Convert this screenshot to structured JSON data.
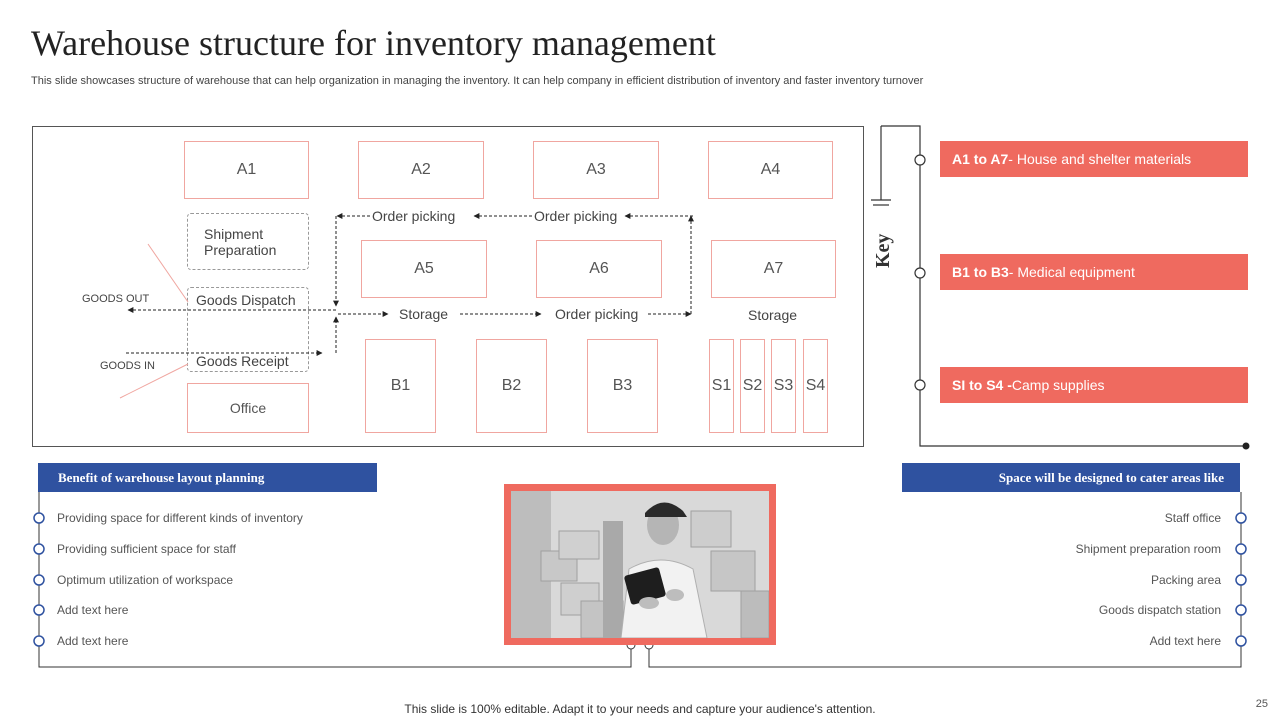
{
  "header": {
    "title": "Warehouse structure for inventory management",
    "subtitle": "This slide showcases structure of warehouse that can help organization in managing the inventory. It can help company in efficient distribution of inventory and faster inventory turnover"
  },
  "layout": {
    "zones_a": [
      "A1",
      "A2",
      "A3",
      "A4",
      "A5",
      "A6",
      "A7"
    ],
    "zones_b": [
      "B1",
      "B2",
      "B3"
    ],
    "zones_s": [
      "S1",
      "S2",
      "S3",
      "S4"
    ],
    "shipment_preparation": "Shipment Preparation",
    "goods_dispatch": "Goods Dispatch",
    "goods_receipt": "Goods Receipt",
    "office": "Office",
    "goods_out": "GOODS  OUT",
    "goods_in": "GOODS  IN",
    "order_picking": "Order picking",
    "storage": "Storage"
  },
  "key": {
    "label": "Key",
    "items": [
      {
        "code": "A1  to A7",
        "desc": " - House and shelter materials"
      },
      {
        "code": "B1 to B3",
        "desc": " - Medical equipment"
      },
      {
        "code": "SI to S4 -",
        "desc": " Camp supplies"
      }
    ]
  },
  "benefits": {
    "heading": "Benefit of warehouse layout planning",
    "items": [
      "Providing  space for different  kinds of inventory",
      "Providing  sufficient space for staff",
      "Optimum utilization of workspace",
      "Add text here",
      "Add text here"
    ]
  },
  "spaces": {
    "heading": "Space will be designed to cater areas like",
    "items": [
      "Staff office",
      "Shipment preparation room",
      "Packing area",
      "Goods dispatch station",
      "Add text here"
    ]
  },
  "colors": {
    "accent_red": "#ef6a5f",
    "accent_blue": "#2f52a0"
  },
  "footer": {
    "note": "This slide is 100% editable. Adapt it to your needs and capture your audience's attention.",
    "page_number": "25"
  }
}
